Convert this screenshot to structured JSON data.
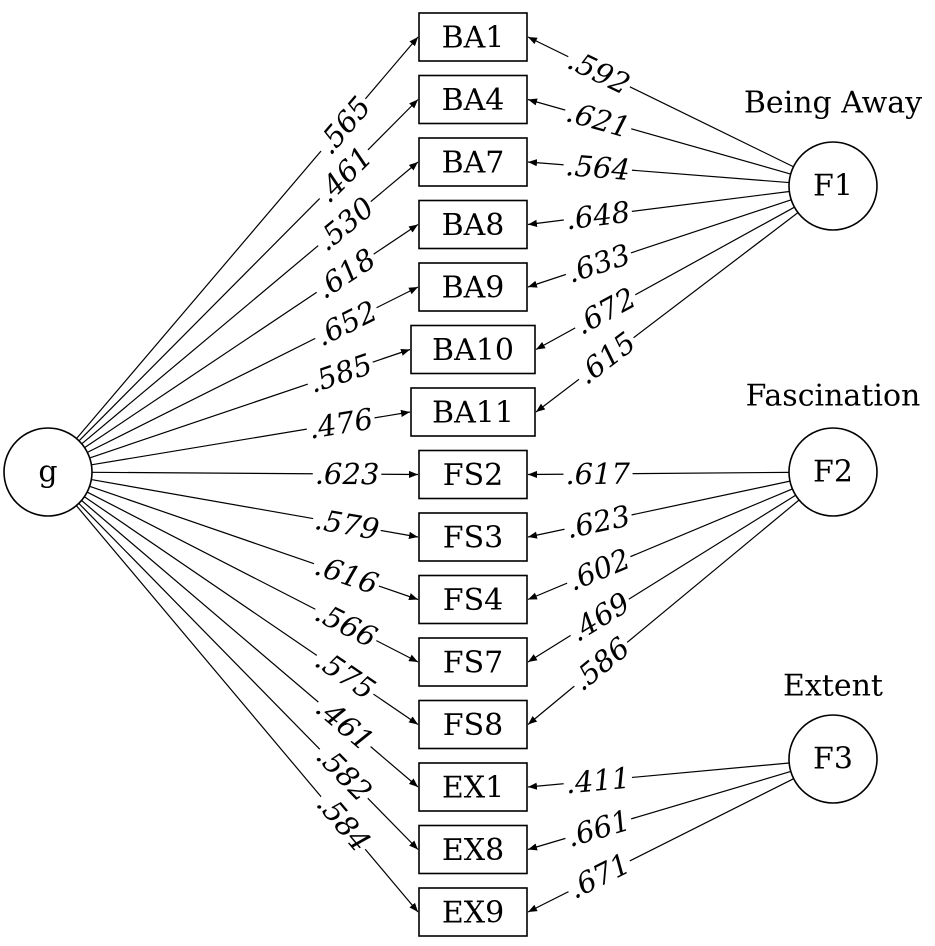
{
  "general_factor": {
    "label": "g"
  },
  "factors": [
    {
      "id": "F1",
      "label": "F1",
      "title": "Being Away"
    },
    {
      "id": "F2",
      "label": "F2",
      "title": "Fascination"
    },
    {
      "id": "F3",
      "label": "F3",
      "title": "Extent"
    }
  ],
  "indicators": [
    {
      "label": "BA1",
      "factor": "F1",
      "g_loading": ".565",
      "f_loading": ".592"
    },
    {
      "label": "BA4",
      "factor": "F1",
      "g_loading": ".461",
      "f_loading": ".621"
    },
    {
      "label": "BA7",
      "factor": "F1",
      "g_loading": ".530",
      "f_loading": ".564"
    },
    {
      "label": "BA8",
      "factor": "F1",
      "g_loading": ".618",
      "f_loading": ".648"
    },
    {
      "label": "BA9",
      "factor": "F1",
      "g_loading": ".652",
      "f_loading": ".633"
    },
    {
      "label": "BA10",
      "factor": "F1",
      "g_loading": ".585",
      "f_loading": ".672"
    },
    {
      "label": "BA11",
      "factor": "F1",
      "g_loading": ".476",
      "f_loading": ".615"
    },
    {
      "label": "FS2",
      "factor": "F2",
      "g_loading": ".623",
      "f_loading": ".617"
    },
    {
      "label": "FS3",
      "factor": "F2",
      "g_loading": ".579",
      "f_loading": ".623"
    },
    {
      "label": "FS4",
      "factor": "F2",
      "g_loading": ".616",
      "f_loading": ".602"
    },
    {
      "label": "FS7",
      "factor": "F2",
      "g_loading": ".566",
      "f_loading": ".469"
    },
    {
      "label": "FS8",
      "factor": "F2",
      "g_loading": ".575",
      "f_loading": ".586"
    },
    {
      "label": "EX1",
      "factor": "F3",
      "g_loading": ".461",
      "f_loading": ".411"
    },
    {
      "label": "EX8",
      "factor": "F3",
      "g_loading": ".582",
      "f_loading": ".661"
    },
    {
      "label": "EX9",
      "factor": "F3",
      "g_loading": ".584",
      "f_loading": ".671"
    }
  ]
}
